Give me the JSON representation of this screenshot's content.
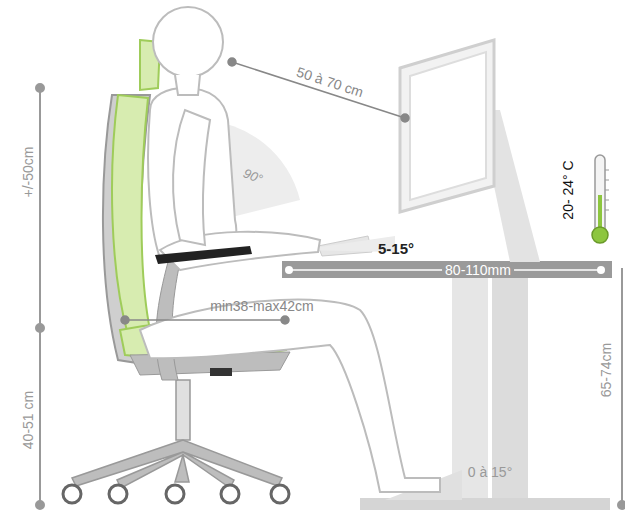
{
  "diagram": {
    "labels": [
      "50 à 70 cm",
      "90°",
      "5-15°",
      "80-110mm",
      "20- 24° C",
      "min38-max42cm",
      "+/-50cm",
      "40-51 cm",
      "65-74cm",
      "0 à 15°"
    ]
  }
}
